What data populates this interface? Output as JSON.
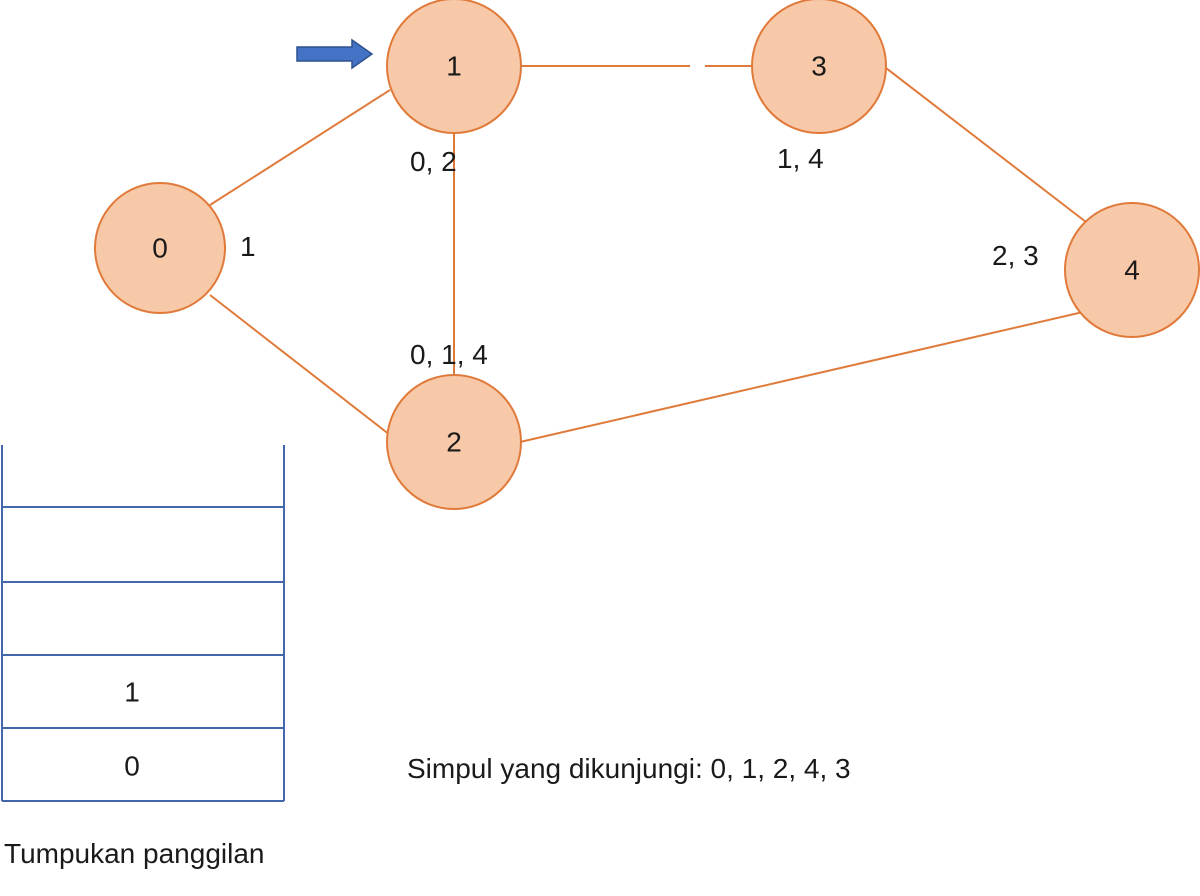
{
  "graph": {
    "nodes": [
      {
        "id": "0",
        "label": "0",
        "adjacency": "1"
      },
      {
        "id": "1",
        "label": "1",
        "adjacency": "0, 2"
      },
      {
        "id": "2",
        "label": "2",
        "adjacency": "0, 1, 4"
      },
      {
        "id": "3",
        "label": "3",
        "adjacency": "1, 4"
      },
      {
        "id": "4",
        "label": "4",
        "adjacency": "2, 3"
      }
    ],
    "edges": [
      [
        "0",
        "1"
      ],
      [
        "0",
        "2"
      ],
      [
        "1",
        "2"
      ],
      [
        "1",
        "3"
      ],
      [
        "3",
        "4"
      ],
      [
        "2",
        "4"
      ]
    ],
    "current_node": "1"
  },
  "stack": {
    "cells": [
      "",
      "",
      "",
      "1",
      "0"
    ],
    "caption": "Tumpukan panggilan"
  },
  "visited": {
    "text": "Simpul yang dikunjungi: 0, 1, 2, 4, 3"
  },
  "colors": {
    "node_fill": "#F8C9A8",
    "node_stroke": "#E07A3A",
    "stack_line": "#4466AA",
    "arrow": "#4472C4"
  }
}
